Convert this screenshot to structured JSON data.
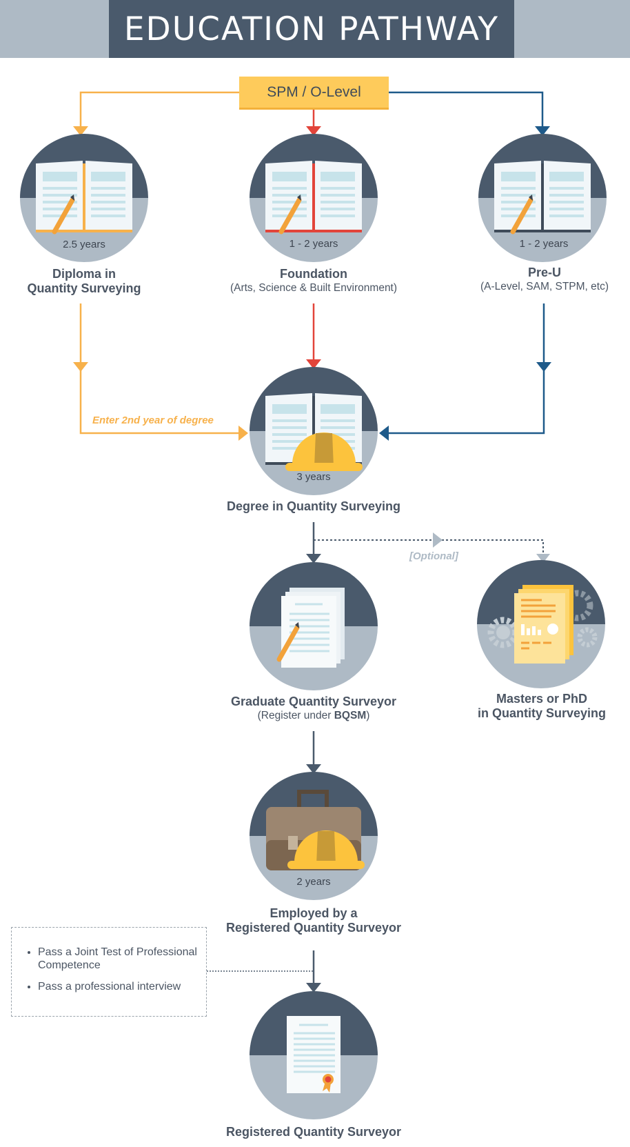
{
  "title": "EDUCATION PATHWAY",
  "start": "SPM / O-Level",
  "colors": {
    "orange": "#f7b14b",
    "red": "#e2443a",
    "blue": "#1e5a8a",
    "slate": "#4a5a6c",
    "light_slate": "#aebac5",
    "yellow": "#fdbd2c"
  },
  "nodes": {
    "diploma": {
      "duration": "2.5 years",
      "title": "Diploma in",
      "title2": "Quantity Surveying"
    },
    "foundation": {
      "duration": "1 - 2 years",
      "title": "Foundation",
      "subtitle": "(Arts, Science & Built Environment)"
    },
    "preu": {
      "duration": "1 - 2 years",
      "title": "Pre-U",
      "subtitle": "(A-Level, SAM, STPM, etc)"
    },
    "degree": {
      "duration": "3 years",
      "title": "Degree in Quantity Surveying"
    },
    "graduate": {
      "title": "Graduate Quantity Surveyor",
      "subtitle_prefix": "(Register under ",
      "subtitle_bold": "BQSM",
      "subtitle_suffix": ")"
    },
    "masters": {
      "title": "Masters or PhD",
      "title2": "in Quantity Surveying"
    },
    "employed": {
      "duration": "2 years",
      "title": "Employed by a",
      "title2": "Registered Quantity Surveyor"
    },
    "registered": {
      "title": "Registered Quantity Surveyor"
    }
  },
  "edge_labels": {
    "enter_2nd_year": "Enter 2nd year of degree",
    "optional": "[Optional]"
  },
  "requirements": [
    "Pass a Joint Test of Professional Competence",
    "Pass a professional interview"
  ]
}
